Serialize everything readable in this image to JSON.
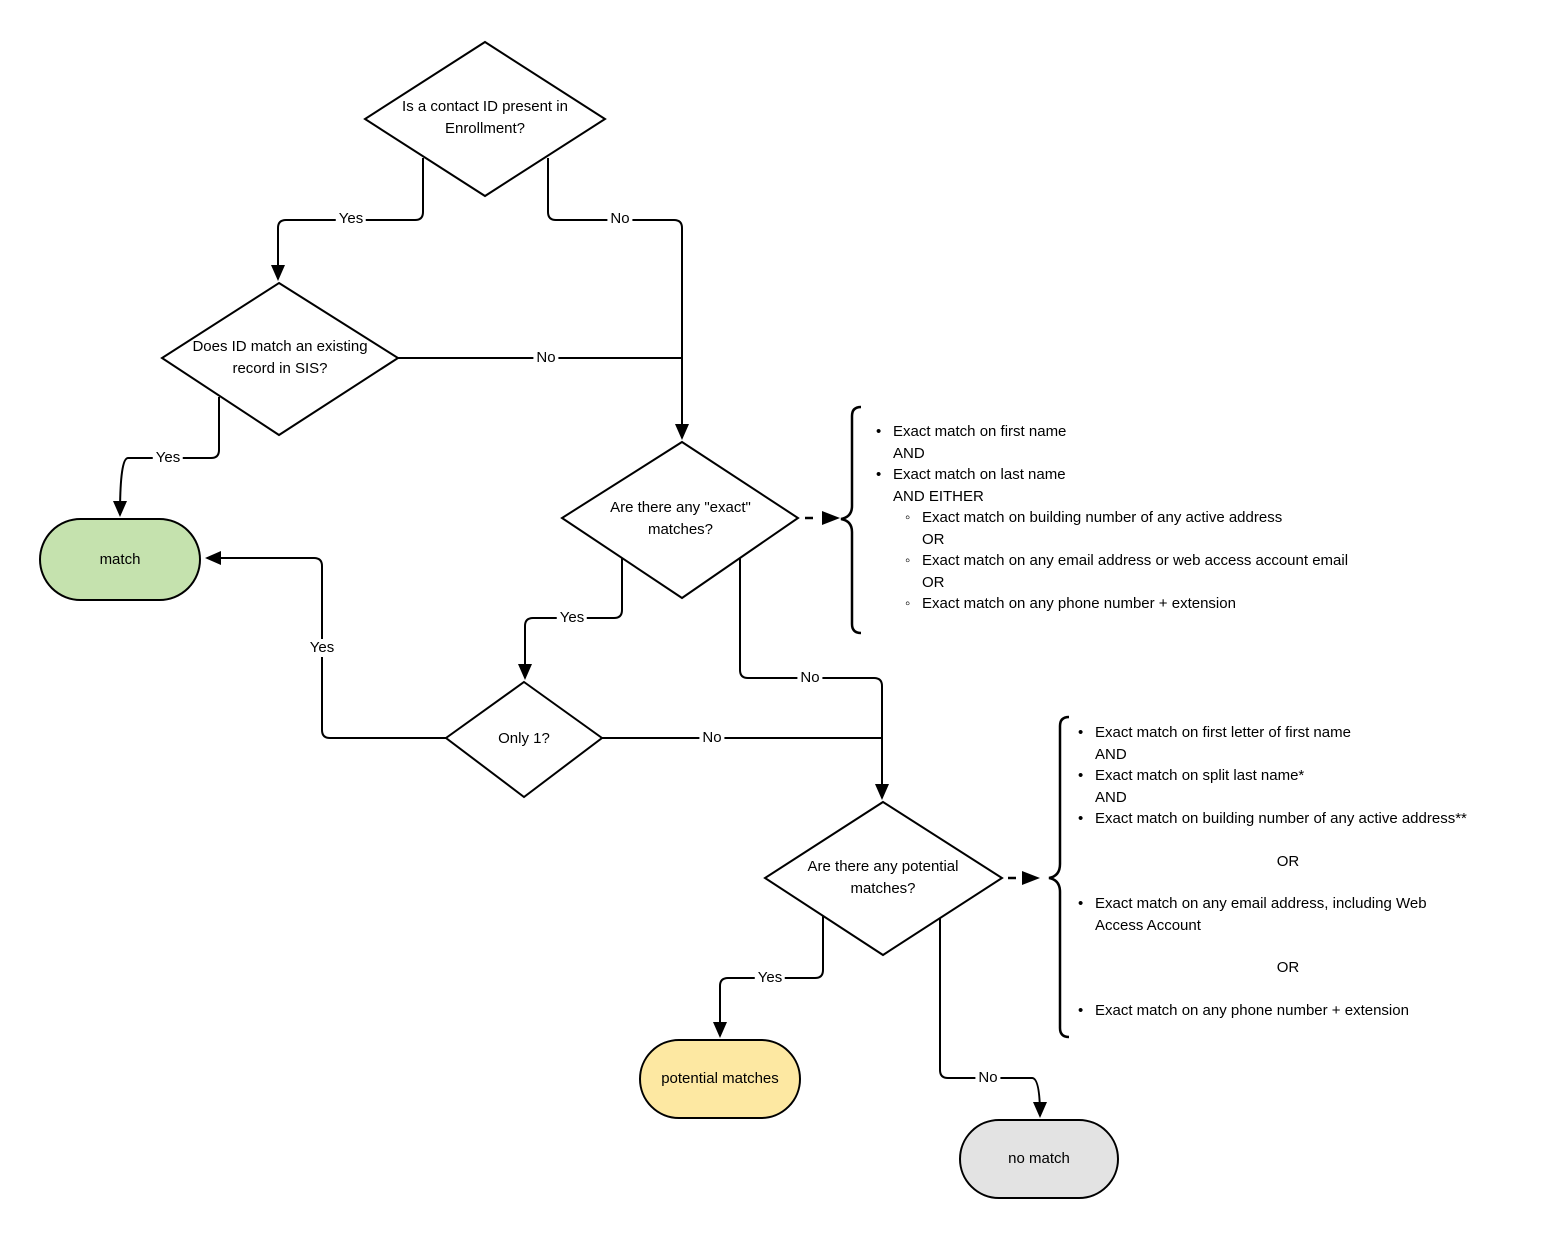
{
  "colors": {
    "match_fill": "#c5e2ae",
    "potential_fill": "#fde8a2",
    "no_match_fill": "#e3e3e3"
  },
  "nodes": {
    "q_enrollment_id": "Is a contact ID present in Enrollment?",
    "q_id_match_sis": "Does ID match an existing record in SIS?",
    "q_exact_matches": "Are there any \"exact\" matches?",
    "q_only_one": "Only 1?",
    "q_potential_matches": "Are there any potential matches?",
    "t_match": "match",
    "t_potential": "potential matches",
    "t_no_match": "no match"
  },
  "edge_labels": {
    "enrollment_yes": "Yes",
    "enrollment_no": "No",
    "sis_no": "No",
    "sis_yes": "Yes",
    "exact_yes": "Yes",
    "exact_no": "No",
    "only1_yes": "Yes",
    "only1_no": "No",
    "potential_yes": "Yes",
    "potential_no": "No"
  },
  "exact_criteria": {
    "lines": [
      {
        "bullet": "•",
        "text": "Exact match on first name"
      },
      {
        "bullet": "",
        "text": "AND"
      },
      {
        "bullet": "•",
        "text": "Exact match on last name"
      },
      {
        "bullet": "",
        "text": "AND EITHER"
      },
      {
        "bullet": "◦",
        "text": "Exact match on building number of any active address"
      },
      {
        "bullet": "",
        "text": "OR"
      },
      {
        "bullet": "◦",
        "text": "Exact match on any email address or web access account email"
      },
      {
        "bullet": "",
        "text": "OR"
      },
      {
        "bullet": "◦",
        "text": "Exact match on any phone number + extension"
      }
    ]
  },
  "potential_criteria": {
    "lines": [
      {
        "bullet": "•",
        "text": "Exact match on first letter of first name"
      },
      {
        "bullet": "",
        "text": "AND"
      },
      {
        "bullet": "•",
        "text": "Exact match on split last name*"
      },
      {
        "bullet": "",
        "text": "AND"
      },
      {
        "bullet": "•",
        "text": "Exact match on building number of any active address**"
      },
      {
        "bullet": "",
        "text": "OR"
      },
      {
        "bullet": "•",
        "text": "Exact match on any email address, including Web Access Account"
      },
      {
        "bullet": "",
        "text": "OR"
      },
      {
        "bullet": "•",
        "text": "Exact match on any phone number + extension"
      }
    ]
  }
}
